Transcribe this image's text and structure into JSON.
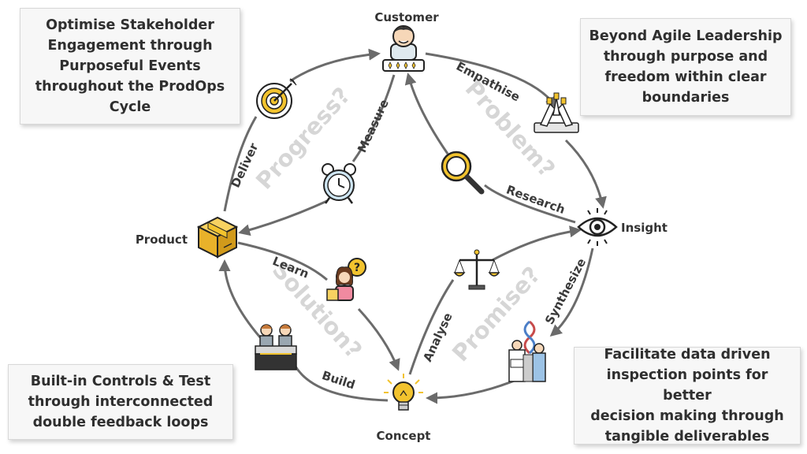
{
  "nodes": {
    "customer": "Customer",
    "insight": "Insight",
    "concept": "Concept",
    "product": "Product"
  },
  "edges": {
    "empathise": "Empathise",
    "research": "Research",
    "synthesize": "Synthesize",
    "analyse": "Analyse",
    "build": "Build",
    "learn": "Learn",
    "deliver": "Deliver",
    "measure": "Measure"
  },
  "quadrants": {
    "problem": "Problem?",
    "promise": "Promise?",
    "solution": "Solution?",
    "progress": "Progress?"
  },
  "cards": {
    "top_left": [
      "Optimise Stakeholder",
      "Engagement through",
      "Purposeful Events",
      "throughout the ProdOps",
      "Cycle"
    ],
    "top_right": [
      "Beyond Agile Leadership",
      "through purpose and",
      "freedom within clear",
      "boundaries"
    ],
    "bottom_left": [
      "Built-in Controls & Test",
      "through interconnected",
      "double feedback loops"
    ],
    "bottom_right": [
      "Facilitate data driven",
      "inspection points for better",
      "decision making through",
      "tangible deliverables"
    ]
  },
  "icons": [
    "customer-icon",
    "target-icon",
    "alarm-clock-icon",
    "magnifier-icon",
    "hands-together-icon",
    "eye-icon",
    "box-icon",
    "teacher-question-icon",
    "scales-icon",
    "scientists-dna-icon",
    "engineers-control-desk-icon",
    "lightbulb-icon"
  ],
  "colors": {
    "arrow": "#6b6b6b",
    "accent": "#f2c32e",
    "quadrant_text": "#d6d6d6"
  }
}
